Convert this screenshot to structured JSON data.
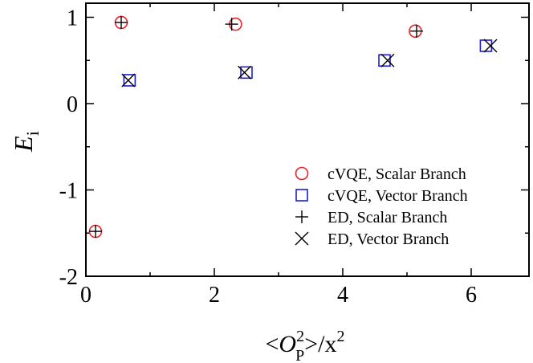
{
  "chart_data": {
    "type": "scatter",
    "xlabel": {
      "lt": "<",
      "base": "O",
      "sup": "2",
      "sub": "P",
      "tail": ">/x",
      "tail_sup": "2"
    },
    "ylabel": {
      "base": "E",
      "sub": "i"
    },
    "xlim": [
      0,
      7
    ],
    "ylim": [
      -2,
      1.2
    ],
    "x_ticks": [
      "0",
      "2",
      "4",
      "6"
    ],
    "x_tick_values": [
      0,
      2,
      4,
      6
    ],
    "y_ticks": [
      "1",
      "0",
      "-1",
      "-2"
    ],
    "y_tick_values": [
      1,
      0,
      -1,
      -2
    ],
    "grid": false,
    "legend_position": "lower-right",
    "series": [
      {
        "name": "cVQE, Scalar Branch",
        "marker": "circle",
        "color": "#e8232a",
        "points": [
          [
            0.15,
            -1.48
          ],
          [
            0.55,
            0.94
          ],
          [
            2.33,
            0.92
          ],
          [
            5.13,
            0.84
          ]
        ]
      },
      {
        "name": "cVQE, Vector Branch",
        "marker": "square",
        "color": "#1d1dd3",
        "points": [
          [
            0.68,
            0.27
          ],
          [
            2.5,
            0.36
          ],
          [
            4.65,
            0.5
          ],
          [
            6.23,
            0.67
          ]
        ]
      },
      {
        "name": "ED, Scalar Branch",
        "marker": "plus",
        "color": "#000000",
        "points": [
          [
            0.15,
            -1.48
          ],
          [
            0.55,
            0.94
          ],
          [
            2.27,
            0.92
          ],
          [
            5.15,
            0.84
          ]
        ]
      },
      {
        "name": "ED, Vector Branch",
        "marker": "x",
        "color": "#000000",
        "points": [
          [
            0.66,
            0.27
          ],
          [
            2.47,
            0.36
          ],
          [
            4.7,
            0.5
          ],
          [
            6.3,
            0.67
          ]
        ]
      }
    ]
  }
}
